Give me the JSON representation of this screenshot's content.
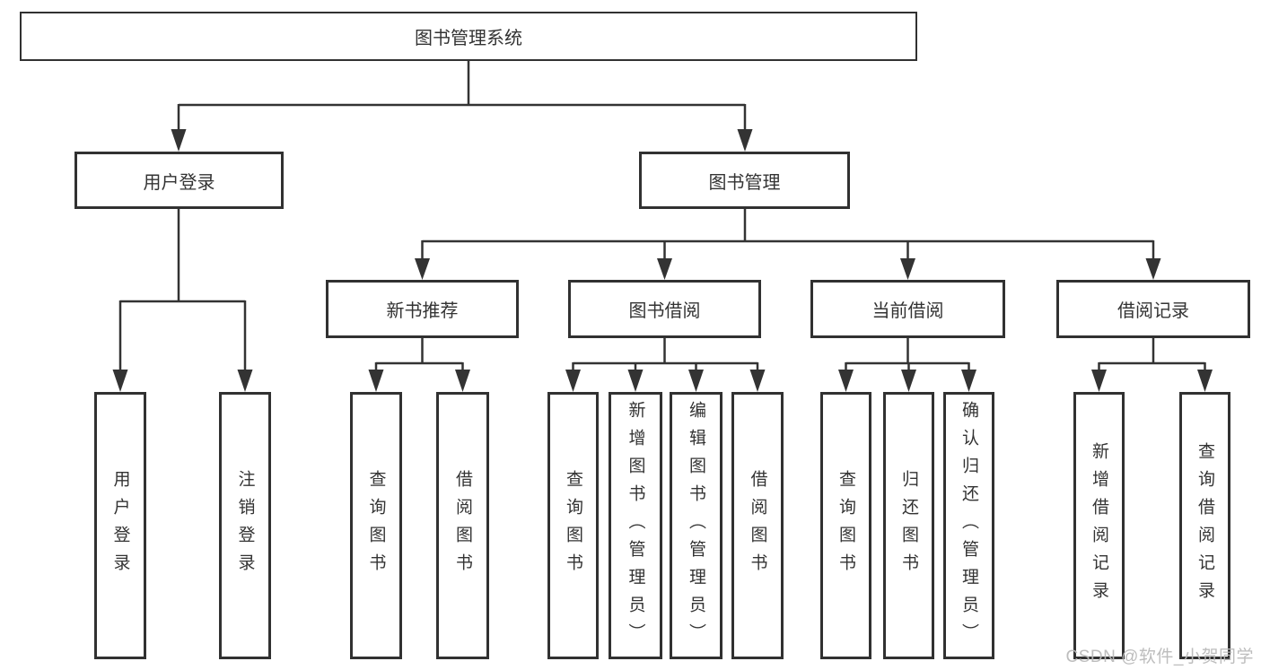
{
  "diagram": {
    "root": {
      "label": "图书管理系统"
    },
    "level2": [
      {
        "id": "user-login",
        "label": "用户登录"
      },
      {
        "id": "book-management",
        "label": "图书管理"
      }
    ],
    "level3": [
      {
        "id": "new-book-recommend",
        "label": "新书推荐"
      },
      {
        "id": "book-borrow",
        "label": "图书借阅"
      },
      {
        "id": "current-borrow",
        "label": "当前借阅"
      },
      {
        "id": "borrow-records",
        "label": "借阅记录"
      }
    ],
    "leaves": [
      {
        "parent": "用户登录",
        "label": "用户登录"
      },
      {
        "parent": "用户登录",
        "label": "注销登录"
      },
      {
        "parent": "新书推荐",
        "label": "查询图书"
      },
      {
        "parent": "新书推荐",
        "label": "借阅图书"
      },
      {
        "parent": "图书借阅",
        "label": "查询图书"
      },
      {
        "parent": "图书借阅",
        "label": "新增图书（管理员）"
      },
      {
        "parent": "图书借阅",
        "label": "编辑图书（管理员）"
      },
      {
        "parent": "图书借阅",
        "label": "借阅图书"
      },
      {
        "parent": "当前借阅",
        "label": "查询图书"
      },
      {
        "parent": "当前借阅",
        "label": "归还图书"
      },
      {
        "parent": "当前借阅",
        "label": "确认归还（管理员）"
      },
      {
        "parent": "借阅记录",
        "label": "新增借阅记录"
      },
      {
        "parent": "借阅记录",
        "label": "查询借阅记录"
      }
    ]
  },
  "watermark": {
    "text": "CSDN @软件_小贺同学"
  },
  "colors": {
    "line": "#333333",
    "box_border": "#313131",
    "text": "#333333",
    "background": "#ffffff",
    "watermark": "#b9b9b9"
  }
}
